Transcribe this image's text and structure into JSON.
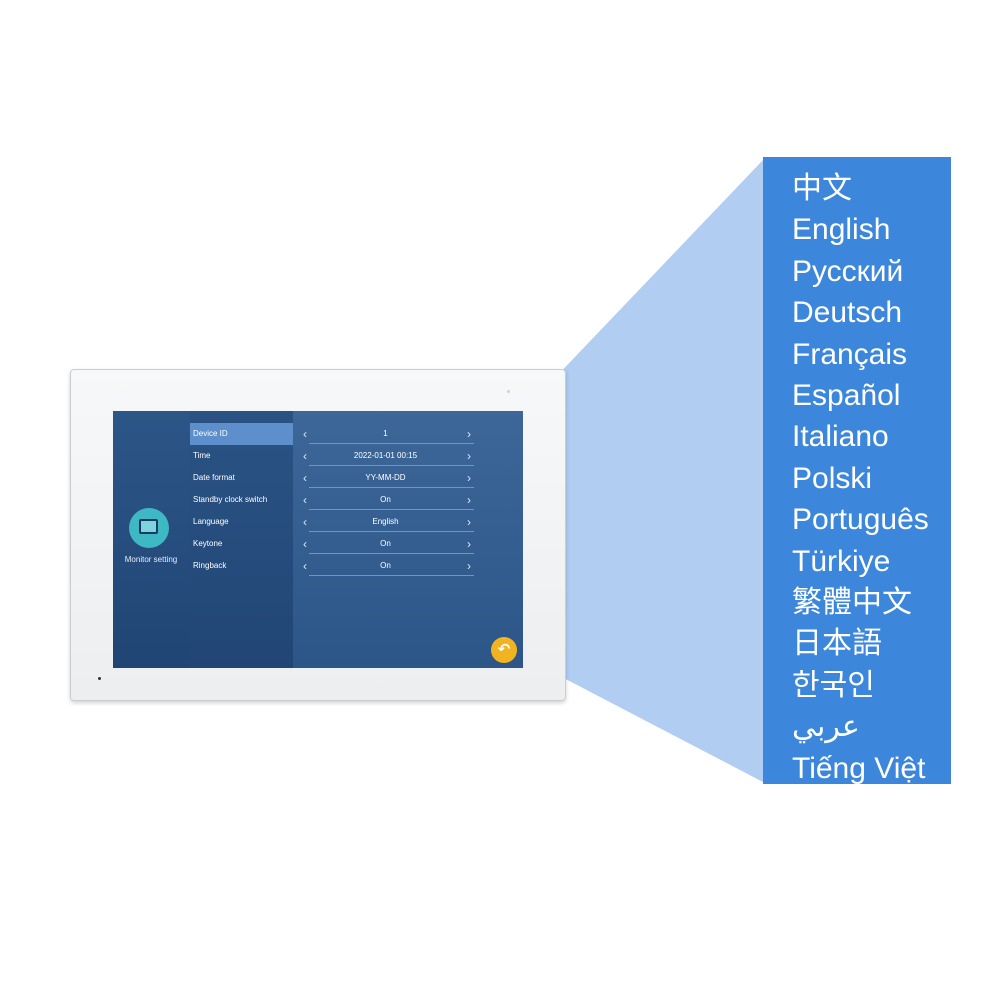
{
  "device_screen": {
    "sidebar": {
      "icon": "monitor-icon",
      "label": "Monitor setting"
    },
    "settings": [
      {
        "label": "Device ID",
        "value": "1",
        "selected": true
      },
      {
        "label": "Time",
        "value": "2022-01-01  00:15",
        "selected": false
      },
      {
        "label": "Date format",
        "value": "YY-MM-DD",
        "selected": false
      },
      {
        "label": "Standby clock switch",
        "value": "On",
        "selected": false
      },
      {
        "label": "Language",
        "value": "English",
        "selected": false
      },
      {
        "label": "Keytone",
        "value": "On",
        "selected": false
      },
      {
        "label": "Ringback",
        "value": "On",
        "selected": false
      }
    ],
    "arrows": {
      "prev": "‹",
      "next": "›"
    },
    "back_button": {
      "icon": "back-arrow-icon",
      "glyph": "↶"
    }
  },
  "languages": [
    "中文",
    "English",
    "Русский",
    "Deutsch",
    "Français",
    "Español",
    "Italiano",
    "Polski",
    "Português",
    "Türkiye",
    "繁體中文",
    "日本語",
    "한국인",
    "عربي",
    "Tiếng Việt"
  ],
  "colors": {
    "language_panel": "#3c87dc",
    "beam": "#aac9f1",
    "screen": "#2f5b8c",
    "selected_row": "#5d8fcd",
    "back_button": "#f2b320"
  }
}
